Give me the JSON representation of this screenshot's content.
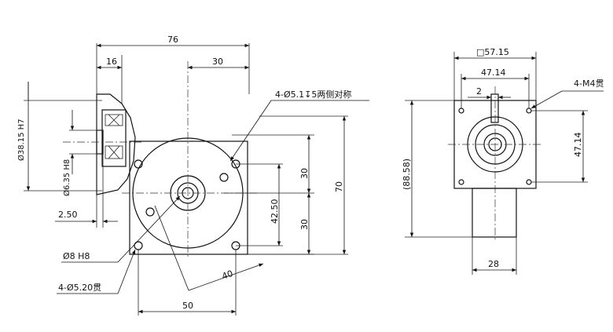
{
  "views": {
    "side": {
      "dims": {
        "overall_width": "76",
        "flange_width": "16",
        "right_half": "30",
        "bore_large": "Ø38.15 H7",
        "bore_small": "Ø6.35 H8",
        "offset": "2.50"
      },
      "callouts": {
        "holes_tapped": "4-Ø5.1↧5两侧对称",
        "shaft_fit": "Ø8 H8",
        "through_holes": "4-Ø5.20贯"
      }
    },
    "front": {
      "dims": {
        "hole_spacing_v": "30",
        "pcd_v": "42.50",
        "lower_v": "30",
        "overall_height": "70",
        "radius": "40",
        "hole_spacing_h": "50"
      }
    },
    "end": {
      "dims": {
        "square": "□57.15",
        "hole_spacing_h": "47.14",
        "key": "2",
        "hole_spacing_v": "47.14",
        "overall_height": "(88.58)",
        "shaft_width": "28"
      },
      "callouts": {
        "tapped": "4-M4贯"
      }
    }
  }
}
